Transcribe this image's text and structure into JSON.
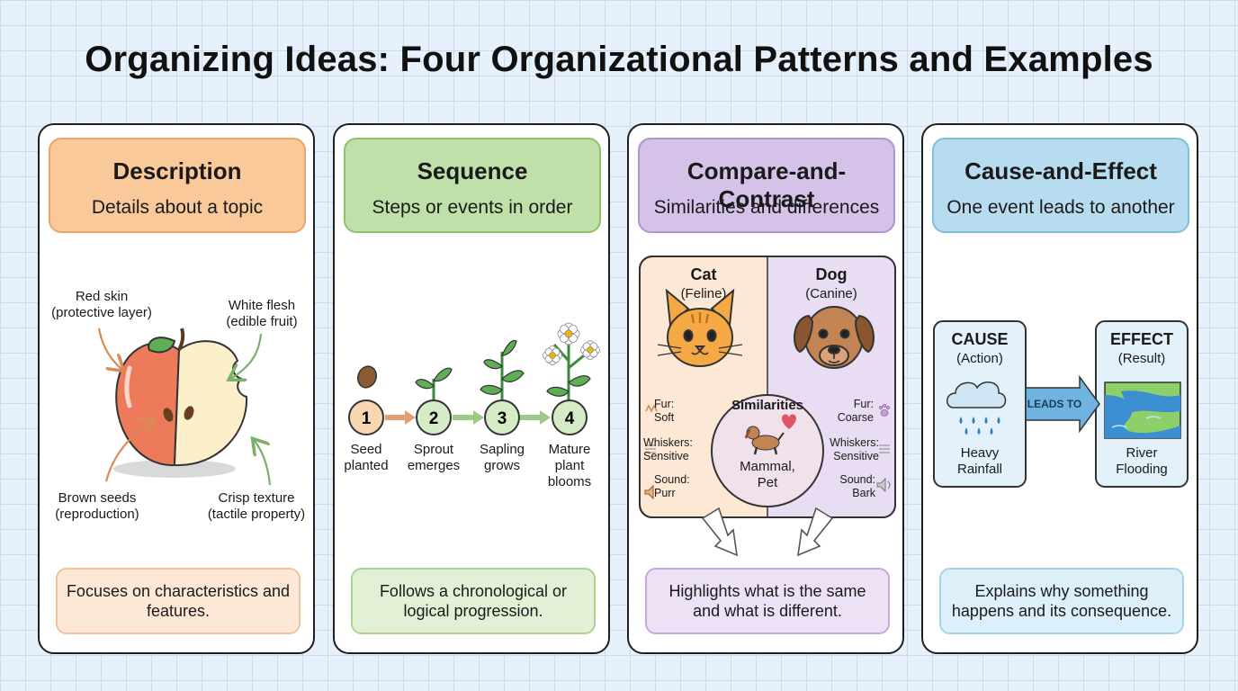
{
  "title": "Organizing Ideas: Four Organizational Patterns and Examples",
  "panels": [
    {
      "title": "Description",
      "subtitle": "Details about a topic",
      "labels": {
        "red_skin": "Red skin",
        "red_skin_note": "(protective layer)",
        "white_flesh": "White flesh",
        "white_flesh_note": "(edible fruit)",
        "brown_seeds": "Brown seeds",
        "brown_seeds_note": "(reproduction)",
        "crisp": "Crisp texture",
        "crisp_note": "(tactile property)"
      },
      "footer": "Focuses on characteristics and features.",
      "color": "#f9c99a"
    },
    {
      "title": "Sequence",
      "subtitle": "Steps or events in order",
      "steps": [
        {
          "num": "1",
          "label": "Seed planted"
        },
        {
          "num": "2",
          "label": "Sprout emerges"
        },
        {
          "num": "3",
          "label": "Sapling grows"
        },
        {
          "num": "4",
          "label": "Mature plant blooms"
        }
      ],
      "footer": "Follows a chronological or logical progression.",
      "color": "#bfe0a8"
    },
    {
      "title": "Compare-and-Contrast",
      "subtitle": "Similarities and differences",
      "left": {
        "name": "Cat",
        "note": "(Feline)",
        "fur_label": "Fur:",
        "fur_value": "Soft",
        "whiskers_label": "Whiskers:",
        "whiskers_value": "Sensitive",
        "sound_label": "Sound:",
        "sound_value": "Purr"
      },
      "right": {
        "name": "Dog",
        "note": "(Canine)",
        "fur_label": "Fur:",
        "fur_value": "Coarse",
        "whiskers_label": "Whiskers:",
        "whiskers_value": "Sensitive",
        "sound_label": "Sound:",
        "sound_value": "Bark"
      },
      "similarities_title": "Similarities",
      "similarities_text": "Mammal, Pet",
      "footer": "Highlights what is the same and what is different.",
      "color": "#d5c2e8"
    },
    {
      "title": "Cause-and-Effect",
      "subtitle": "One event leads to another",
      "cause": {
        "title": "CAUSE",
        "note": "(Action)",
        "label": "Heavy Rainfall"
      },
      "arrow_label": "LEADS TO",
      "effect": {
        "title": "EFFECT",
        "note": "(Result)",
        "label": "River Flooding"
      },
      "footer": "Explains why something happens and its consequence.",
      "color": "#b7dcef"
    }
  ]
}
